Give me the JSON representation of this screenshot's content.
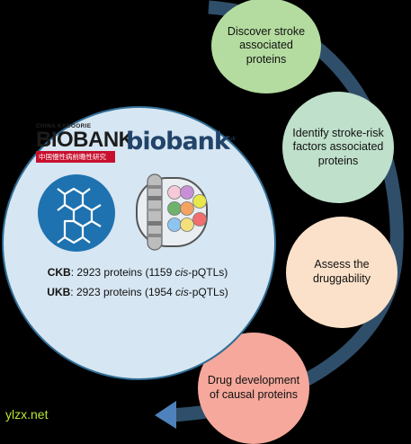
{
  "steps": [
    {
      "label": "Discover stroke\nassociated proteins",
      "color": "#b4dca0"
    },
    {
      "label": "Identify stroke-risk\nfactors associated\nproteins",
      "color": "#bfe0cb"
    },
    {
      "label": "Assess the\ndruggability",
      "color": "#fbe1c9"
    },
    {
      "label": "Drug development\nof causal proteins",
      "color": "#f5a89b"
    }
  ],
  "logos": {
    "ckb_top": "CHINA KADOORIE",
    "ckb_word": "BIOBANK",
    "ckb_chinese": "中国慢性病前瞻性研究",
    "ukb_word": "biobank",
    "ukb_sup": "uk"
  },
  "stats": {
    "ckb": {
      "cohort": "CKB",
      "text": ": 2923 proteins (1159 ",
      "italic": "cis",
      "suffix": "-pQTLs)"
    },
    "ukb": {
      "cohort": "UKB",
      "text": ": 2923 proteins (1954 ",
      "italic": "cis",
      "suffix": "-pQTLs)"
    }
  },
  "colors": {
    "arc": "#2f4e6a",
    "arrow": "#4f81bd",
    "circle_fill": "#d6e6f2",
    "circle_border": "#2f6c94",
    "molecule_bg": "#1e72b0",
    "dots": [
      "#f7c9d8",
      "#c78fd6",
      "#e8e84c",
      "#6fb26c",
      "#f4a261",
      "#f26d6d",
      "#8ec5f0",
      "#f3e07c"
    ]
  },
  "icons": [
    "molecule-icon",
    "chromosome-icon"
  ],
  "watermark": "ylzx.net"
}
